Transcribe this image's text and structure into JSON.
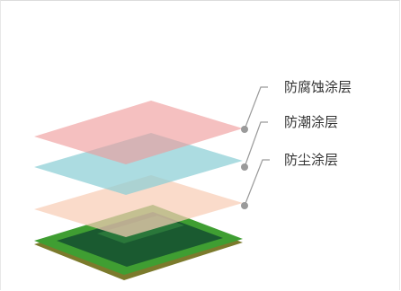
{
  "layers": [
    {
      "label": "防腐蚀涂层",
      "color": "#ef9a9a"
    },
    {
      "label": "防潮涂层",
      "color": "#8ccfd6"
    },
    {
      "label": "防尘涂层",
      "color": "#f8cdb6"
    }
  ],
  "board": {
    "edge_color": "#7b7a2c",
    "top_color": "#3f9e32",
    "inner_color": "#1a5a30",
    "pad_color": "#2c7a3c"
  },
  "leader_color": "#9a9a9a"
}
